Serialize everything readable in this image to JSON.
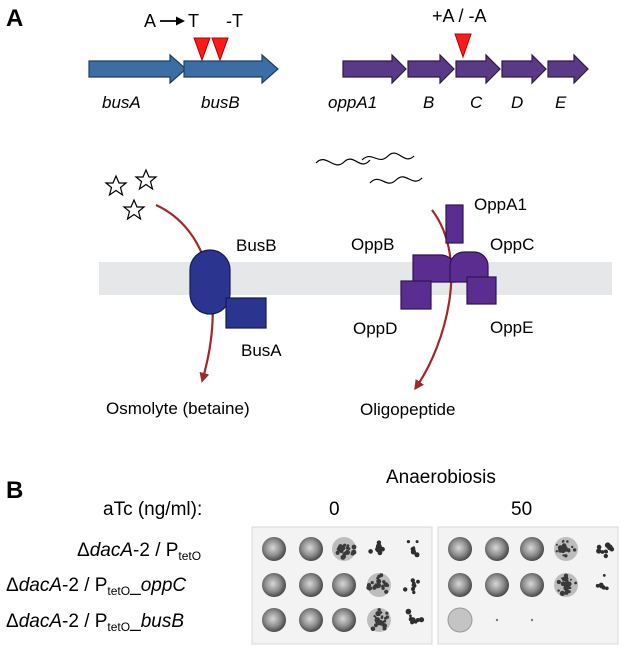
{
  "panel_a": {
    "label": "A",
    "mutations_bus": {
      "left": "A",
      "right": "T",
      "second": "-T"
    },
    "mutation_opp": "+A / -A",
    "genes_bus": [
      "busA",
      "busB"
    ],
    "genes_opp": [
      "oppA1",
      "B",
      "C",
      "D",
      "E"
    ],
    "proteins": {
      "busB": "BusB",
      "busA": "BusA",
      "oppA1": "OppA1",
      "oppB": "OppB",
      "oppC": "OppC",
      "oppD": "OppD",
      "oppE": "OppE"
    },
    "products": {
      "osmolyte": "Osmolyte (betaine)",
      "oligopeptide": "Oligopeptide"
    },
    "colors": {
      "bus_arrow": "#3a6ea5",
      "opp_arrow": "#5a3a86",
      "bus_protein": "#2b3590",
      "opp_protein": "#5c2d91",
      "membrane": "#e6e7e9",
      "red_arrow": "#a0282a",
      "mutation_marker": "#ff1a1a"
    }
  },
  "panel_b": {
    "label": "B",
    "condition": "Anaerobiosis",
    "atc_label": "aTc (ng/ml):",
    "atc_values": [
      "0",
      "50"
    ],
    "strains": [
      {
        "prefix": "Δ",
        "gene": "dacA",
        "suffix": "-2 / P",
        "sub": "tetO",
        "extra_sep": "",
        "extra": ""
      },
      {
        "prefix": "Δ",
        "gene": "dacA",
        "suffix": "-2 / P",
        "sub": "tetO",
        "extra_sep": "_",
        "extra": "oppC"
      },
      {
        "prefix": "Δ",
        "gene": "dacA",
        "suffix": "-2 / P",
        "sub": "tetO",
        "extra_sep": "_",
        "extra": "busB"
      }
    ]
  }
}
